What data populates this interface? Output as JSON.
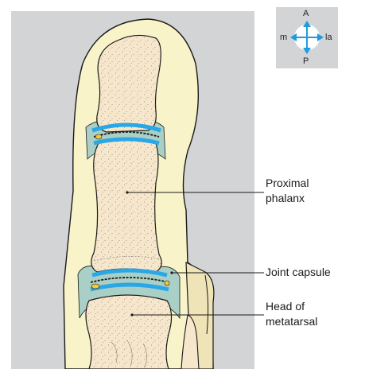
{
  "labels": {
    "proximal_phalanx": [
      "Proximal",
      "phalanx"
    ],
    "joint_capsule": "Joint capsule",
    "head_of_metatarsal": [
      "Head of",
      "metatarsal"
    ]
  },
  "orientation": {
    "anterior": "A",
    "posterior": "P",
    "medial": "m",
    "lateral": "la",
    "arrow_color": "#1e9ce0"
  },
  "colors": {
    "panel_background": "#d3d4d6",
    "soft_tissue": "#f8f3c8",
    "bone": "#f6e7cc",
    "cartilage": "#2aa7e6",
    "capsule": "#a9cfc6",
    "fat_pad": "#f2c83c",
    "outline": "#1a1a1a"
  }
}
